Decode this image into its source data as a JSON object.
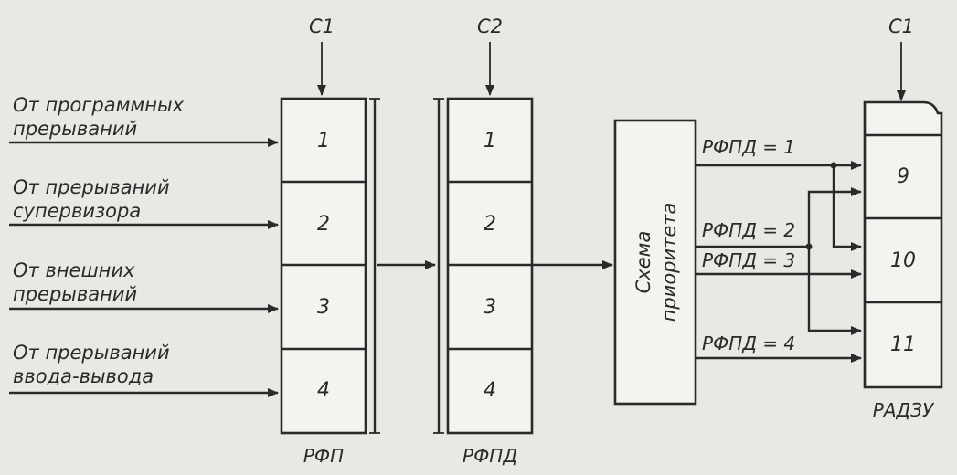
{
  "clock_labels": {
    "rfp": "С1",
    "rfpd": "С2",
    "radzu": "С1"
  },
  "inputs": [
    {
      "line1": "От программных",
      "line2": "прерываний"
    },
    {
      "line1": "От прерываний",
      "line2": "супервизора"
    },
    {
      "line1": "От внешних",
      "line2": "прерываний"
    },
    {
      "line1": "От прерываний",
      "line2": "ввода-вывода"
    }
  ],
  "rfp": {
    "name": "РФП",
    "cells": [
      "1",
      "2",
      "3",
      "4"
    ]
  },
  "rfpd": {
    "name": "РФПД",
    "cells": [
      "1",
      "2",
      "3",
      "4"
    ]
  },
  "priority": {
    "line1": "Схема",
    "line2": "приоритета"
  },
  "outputs": [
    "РФПД = 1",
    "РФПД = 2",
    "РФПД = 3",
    "РФПД = 4"
  ],
  "radzu": {
    "name": "РАДЗУ",
    "cells": [
      "9",
      "10",
      "11"
    ]
  }
}
